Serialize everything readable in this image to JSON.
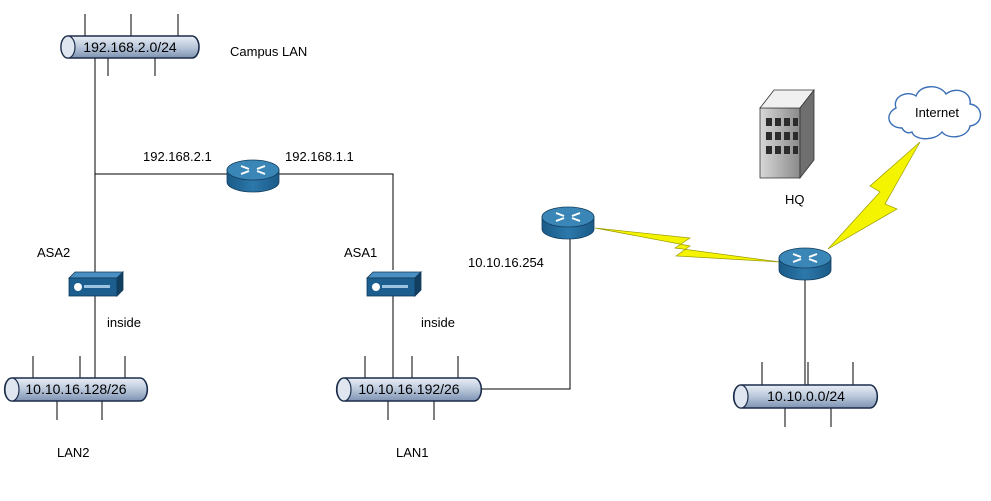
{
  "colors": {
    "link": "#000000",
    "router_top": "#3a86b7",
    "router_body": "#1f5f8d",
    "segment_fill": "#c8d3e1",
    "segment_edge": "#1b2c4a",
    "firewall": "#1c5f8f",
    "serial_link": "#f4f400",
    "cloud_edge": "#3a6fb7"
  },
  "segments": {
    "campus": "192.168.2.0/24",
    "lan2": "10.10.16.128/26",
    "lan1": "10.10.16.192/26",
    "hq": "10.10.0.0/24"
  },
  "labels": {
    "campus_lan": "Campus LAN",
    "router_left_ip": "192.168.2.1",
    "router_right_ip": "192.168.1.1",
    "asa2": "ASA2",
    "asa1": "ASA1",
    "inside_left": "inside",
    "inside_right": "inside",
    "lan2": "LAN2",
    "lan1": "LAN1",
    "branch_router_ip": "10.10.16.254",
    "hq": "HQ",
    "internet": "Internet"
  },
  "icons": {
    "router": "router-icon",
    "firewall": "firewall-icon",
    "building": "building-icon",
    "cloud": "cloud-icon",
    "serial_link": "lightning-link-icon"
  }
}
